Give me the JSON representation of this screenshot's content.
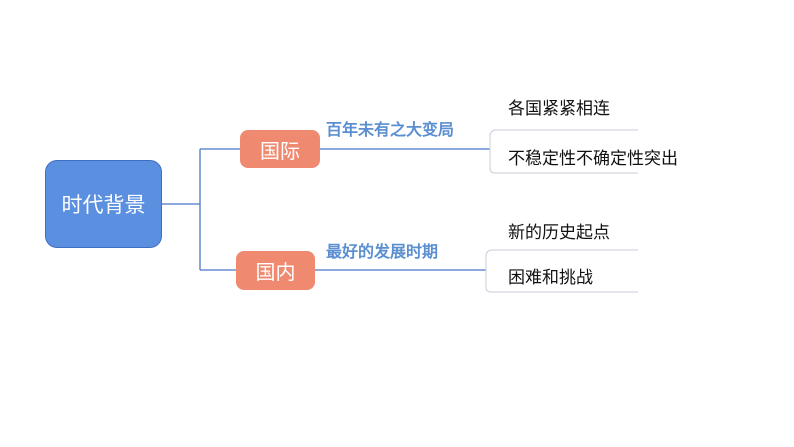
{
  "root": {
    "label": "时代背景"
  },
  "branches": [
    {
      "label": "国际",
      "edge_label": "百年未有之大变局",
      "leaves": [
        "各国紧紧相连",
        "不稳定性不确定性突出"
      ]
    },
    {
      "label": "国内",
      "edge_label": "最好的发展时期",
      "leaves": [
        "新的历史起点",
        "困难和挑战"
      ]
    }
  ],
  "colors": {
    "root": "#5b8fe0",
    "node": "#ef8a70",
    "edge_label": "#5b8fd0",
    "line": "#4a78c8"
  }
}
